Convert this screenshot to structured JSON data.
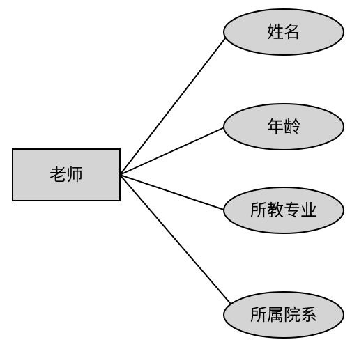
{
  "diagram": {
    "type": "er-diagram",
    "entity": {
      "label": "老师",
      "shape": "rectangle"
    },
    "attributes": [
      {
        "label": "姓名",
        "shape": "ellipse"
      },
      {
        "label": "年龄",
        "shape": "ellipse"
      },
      {
        "label": "所教专业",
        "shape": "ellipse"
      },
      {
        "label": "所属院系",
        "shape": "ellipse"
      }
    ],
    "colors": {
      "fill": "#d4d4d4",
      "stroke": "#000000",
      "background": "#ffffff"
    }
  }
}
